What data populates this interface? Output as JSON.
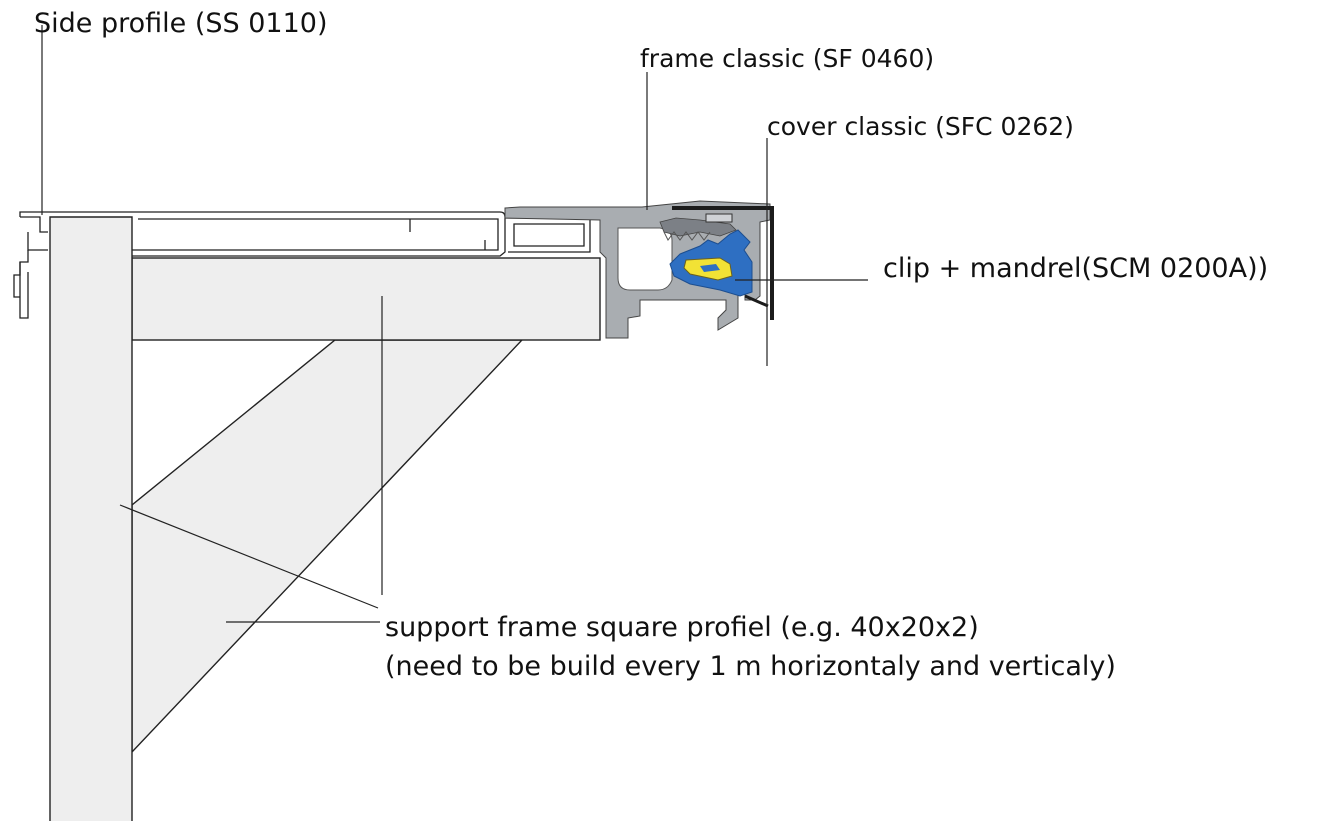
{
  "labels": {
    "side_profile": "Side profile (SS 0110)",
    "frame_classic": "frame classic (SF 0460)",
    "cover_classic": "cover classic (SFC 0262)",
    "clip_mandrel": "clip + mandrel(SCM 0200A))",
    "support_frame": "support frame square profiel (e.g. 40x20x2)",
    "support_note": "(need to be build every 1 m horizontaly and verticaly)"
  },
  "colors": {
    "line": "#222222",
    "support_fill": "#eeeeee",
    "frame_fill": "#a9adb1",
    "frame_dark": "#7c8086",
    "cover": "#1c1c1c",
    "clip": "#2e6fc2",
    "mandrel": "#f2e235"
  }
}
